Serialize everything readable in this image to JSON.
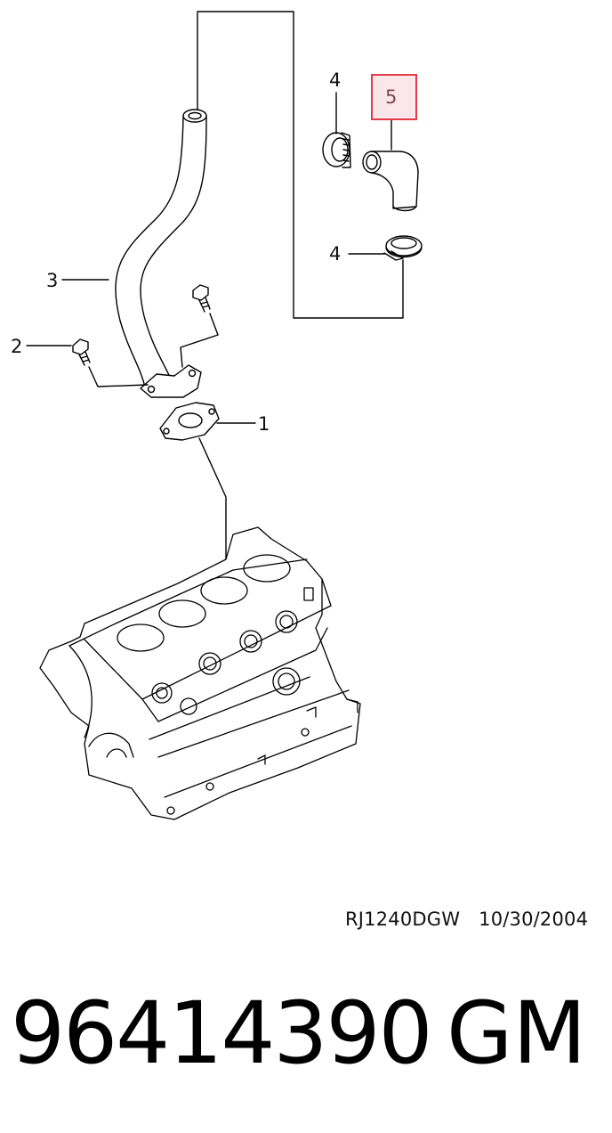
{
  "callouts": {
    "c1": "1",
    "c2": "2",
    "c3": "3",
    "c4a": "4",
    "c4b": "4",
    "c5": "5"
  },
  "highlight_color": "#e23b4a",
  "footer": {
    "drawing_code": "RJ1240DGW",
    "drawing_date": "10/30/2004",
    "part_number": "96414390",
    "brand": "GM"
  }
}
